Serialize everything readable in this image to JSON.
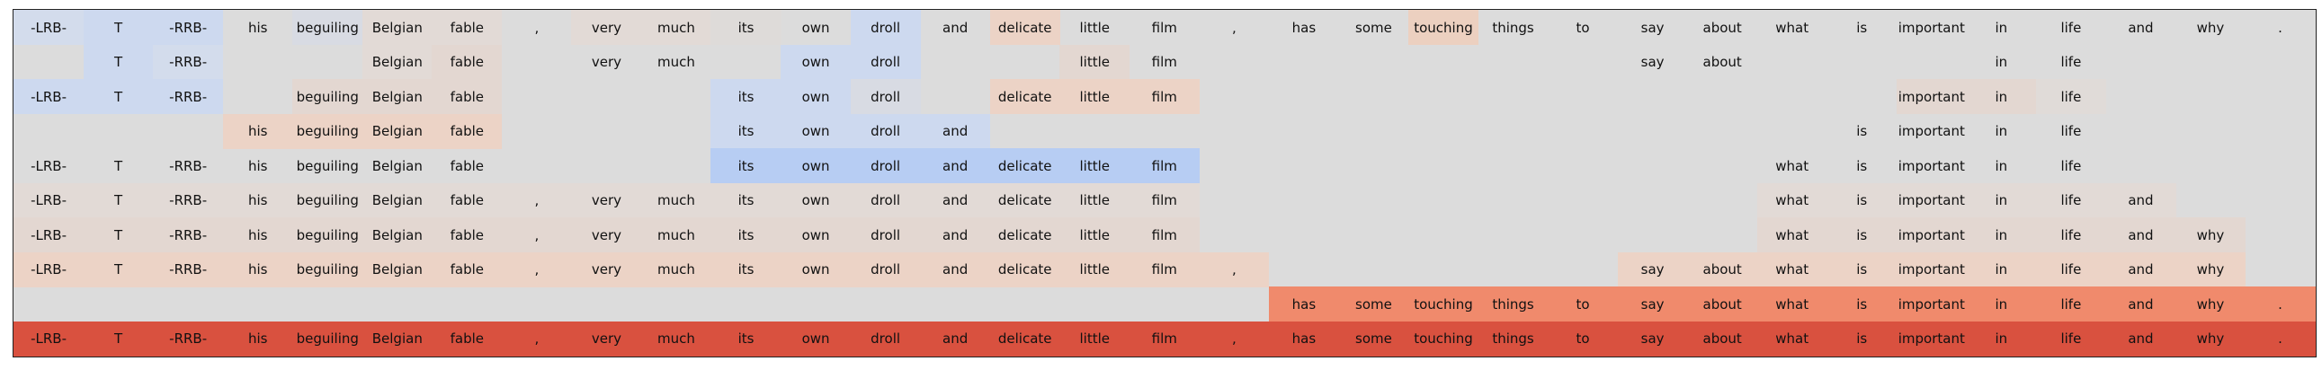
{
  "tokens": [
    "-LRB-",
    "T",
    "-RRB-",
    "his",
    "beguiling",
    "Belgian",
    "fable",
    ",",
    "very",
    "much",
    "its",
    "own",
    "droll",
    "and",
    "delicate",
    "little",
    "film",
    ",",
    "has",
    "some",
    "touching",
    "things",
    "to",
    "say",
    "about",
    "what",
    "is",
    "important",
    "in",
    "life",
    "and",
    "why",
    "."
  ],
  "colors": {
    "background": "#dcdcdc",
    "blue": "#cdd9ef",
    "blue_strong": "#b7cdf3",
    "peach": "#ecd3c6",
    "orange": "#f08a6c",
    "red": "#d9513f"
  },
  "rows": [
    {
      "cells": [
        [
          "-LRB-",
          "#d3dcec"
        ],
        [
          "T",
          "#cdd9ef"
        ],
        [
          "-RRB-",
          "#cdd9ef"
        ],
        [
          "his",
          null
        ],
        [
          "beguiling",
          "#d8dbe3"
        ],
        [
          "Belgian",
          "#e2dad6"
        ],
        [
          "fable",
          "#e2dad6"
        ],
        [
          ",",
          null
        ],
        [
          "very",
          "#e2dad6"
        ],
        [
          "much",
          "#e2dad6"
        ],
        [
          "its",
          "#dedbd9"
        ],
        [
          "own",
          null
        ],
        [
          "droll",
          "#cdd9ef"
        ],
        [
          "and",
          null
        ],
        [
          "delicate",
          "#ecd3c6"
        ],
        [
          "little",
          null
        ],
        [
          "film",
          null
        ],
        [
          ",",
          null
        ],
        [
          "has",
          null
        ],
        [
          "some",
          null
        ],
        [
          "touching",
          "#ecd0c0"
        ],
        [
          "things",
          null
        ],
        [
          "to",
          null
        ],
        [
          "say",
          null
        ],
        [
          "about",
          null
        ],
        [
          "what",
          null
        ],
        [
          "is",
          null
        ],
        [
          "important",
          null
        ],
        [
          "in",
          null
        ],
        [
          "life",
          null
        ],
        [
          "and",
          null
        ],
        [
          "why",
          null
        ],
        [
          ".",
          null
        ]
      ]
    },
    {
      "cells": [
        [
          "",
          "#dcdcdc"
        ],
        [
          "T",
          "#cdd9ef"
        ],
        [
          "-RRB-",
          "#d3dcec"
        ],
        [
          "",
          null
        ],
        [
          "",
          null
        ],
        [
          "Belgian",
          "#e2dad6"
        ],
        [
          "fable",
          "#e3d7d1"
        ],
        [
          "",
          null
        ],
        [
          "very",
          null
        ],
        [
          "much",
          null
        ],
        [
          "",
          null
        ],
        [
          "own",
          "#cdd9ef"
        ],
        [
          "droll",
          "#cdd9ef"
        ],
        [
          "",
          null
        ],
        [
          "",
          null
        ],
        [
          "little",
          "#e3d7d1"
        ],
        [
          "film",
          null
        ],
        [
          "",
          null
        ],
        [
          "",
          null
        ],
        [
          "",
          null
        ],
        [
          "",
          null
        ],
        [
          "",
          null
        ],
        [
          "",
          null
        ],
        [
          "say",
          null
        ],
        [
          "about",
          null
        ],
        [
          "",
          null
        ],
        [
          "",
          null
        ],
        [
          "",
          null
        ],
        [
          "in",
          null
        ],
        [
          "life",
          null
        ],
        [
          "",
          null
        ],
        [
          "",
          null
        ],
        [
          "",
          null
        ]
      ]
    },
    {
      "cells": [
        [
          "-LRB-",
          "#cdd9ef"
        ],
        [
          "T",
          "#cdd9ef"
        ],
        [
          "-RRB-",
          "#cdd9ef"
        ],
        [
          "",
          null
        ],
        [
          "beguiling",
          "#e3d7d1"
        ],
        [
          "Belgian",
          "#e3d7d1"
        ],
        [
          "fable",
          "#e3d7d1"
        ],
        [
          "",
          null
        ],
        [
          "",
          null
        ],
        [
          "",
          null
        ],
        [
          "its",
          "#cdd9ef"
        ],
        [
          "own",
          "#cdd9ef"
        ],
        [
          "droll",
          "#d8dbe3"
        ],
        [
          "",
          null
        ],
        [
          "delicate",
          "#ecd3c6"
        ],
        [
          "little",
          "#ecd3c6"
        ],
        [
          "film",
          "#ecd3c6"
        ],
        [
          "",
          null
        ],
        [
          "",
          null
        ],
        [
          "",
          null
        ],
        [
          "",
          null
        ],
        [
          "",
          null
        ],
        [
          "",
          null
        ],
        [
          "",
          null
        ],
        [
          "",
          null
        ],
        [
          "",
          null
        ],
        [
          "",
          null
        ],
        [
          "important",
          "#e3d7d1"
        ],
        [
          "in",
          "#e3d7d1"
        ],
        [
          "life",
          "#e0dbd8"
        ],
        [
          "",
          null
        ],
        [
          "",
          null
        ],
        [
          "",
          null
        ]
      ]
    },
    {
      "cells": [
        [
          "",
          null
        ],
        [
          "",
          null
        ],
        [
          "",
          null
        ],
        [
          "his",
          "#ecd3c6"
        ],
        [
          "beguiling",
          "#ecd3c6"
        ],
        [
          "Belgian",
          "#ecd3c6"
        ],
        [
          "fable",
          "#ecd3c6"
        ],
        [
          "",
          null
        ],
        [
          "",
          null
        ],
        [
          "",
          null
        ],
        [
          "its",
          "#cdd9ef"
        ],
        [
          "own",
          "#cdd9ef"
        ],
        [
          "droll",
          "#cdd9ef"
        ],
        [
          "and",
          "#cdd9ef"
        ],
        [
          "",
          null
        ],
        [
          "",
          null
        ],
        [
          "",
          null
        ],
        [
          "",
          null
        ],
        [
          "",
          null
        ],
        [
          "",
          null
        ],
        [
          "",
          null
        ],
        [
          "",
          null
        ],
        [
          "",
          null
        ],
        [
          "",
          null
        ],
        [
          "",
          null
        ],
        [
          "",
          null
        ],
        [
          "is",
          null
        ],
        [
          "important",
          null
        ],
        [
          "in",
          null
        ],
        [
          "life",
          null
        ],
        [
          "",
          null
        ],
        [
          "",
          null
        ],
        [
          "",
          null
        ]
      ]
    },
    {
      "cells": [
        [
          "-LRB-",
          null
        ],
        [
          "T",
          null
        ],
        [
          "-RRB-",
          null
        ],
        [
          "his",
          null
        ],
        [
          "beguiling",
          null
        ],
        [
          "Belgian",
          null
        ],
        [
          "fable",
          null
        ],
        [
          "",
          null
        ],
        [
          "",
          null
        ],
        [
          "",
          null
        ],
        [
          "its",
          "#b7cdf3"
        ],
        [
          "own",
          "#b7cdf3"
        ],
        [
          "droll",
          "#b7cdf3"
        ],
        [
          "and",
          "#b7cdf3"
        ],
        [
          "delicate",
          "#b7cdf3"
        ],
        [
          "little",
          "#b7cdf3"
        ],
        [
          "film",
          "#b7cdf3"
        ],
        [
          "",
          null
        ],
        [
          "",
          null
        ],
        [
          "",
          null
        ],
        [
          "",
          null
        ],
        [
          "",
          null
        ],
        [
          "",
          null
        ],
        [
          "",
          null
        ],
        [
          "",
          null
        ],
        [
          "what",
          null
        ],
        [
          "is",
          null
        ],
        [
          "important",
          null
        ],
        [
          "in",
          null
        ],
        [
          "life",
          null
        ],
        [
          "",
          null
        ],
        [
          "",
          null
        ],
        [
          "",
          null
        ]
      ]
    },
    {
      "cells": [
        [
          "-LRB-",
          "#e2dad6"
        ],
        [
          "T",
          "#e2dad6"
        ],
        [
          "-RRB-",
          "#e2dad6"
        ],
        [
          "his",
          "#e2dad6"
        ],
        [
          "beguiling",
          "#e2dad6"
        ],
        [
          "Belgian",
          "#e2dad6"
        ],
        [
          "fable",
          "#e2dad6"
        ],
        [
          ",",
          "#e2dad6"
        ],
        [
          "very",
          "#e2dad6"
        ],
        [
          "much",
          "#e2dad6"
        ],
        [
          "its",
          "#e2dad6"
        ],
        [
          "own",
          "#e2dad6"
        ],
        [
          "droll",
          "#e2dad6"
        ],
        [
          "and",
          "#e2dad6"
        ],
        [
          "delicate",
          "#e2dad6"
        ],
        [
          "little",
          "#e2dad6"
        ],
        [
          "film",
          "#e2dad6"
        ],
        [
          "",
          null
        ],
        [
          "",
          null
        ],
        [
          "",
          null
        ],
        [
          "",
          null
        ],
        [
          "",
          null
        ],
        [
          "",
          null
        ],
        [
          "",
          null
        ],
        [
          "",
          null
        ],
        [
          "what",
          "#e2dad6"
        ],
        [
          "is",
          "#e2dad6"
        ],
        [
          "important",
          "#e2dad6"
        ],
        [
          "in",
          "#e2dad6"
        ],
        [
          "life",
          "#e2dad6"
        ],
        [
          "and",
          "#e2dad6"
        ],
        [
          "",
          null
        ],
        [
          "",
          null
        ]
      ]
    },
    {
      "cells": [
        [
          "-LRB-",
          "#e3d7d1"
        ],
        [
          "T",
          "#e3d7d1"
        ],
        [
          "-RRB-",
          "#e3d7d1"
        ],
        [
          "his",
          "#e3d7d1"
        ],
        [
          "beguiling",
          "#e3d7d1"
        ],
        [
          "Belgian",
          "#e3d7d1"
        ],
        [
          "fable",
          "#e3d7d1"
        ],
        [
          ",",
          "#e3d7d1"
        ],
        [
          "very",
          "#e3d7d1"
        ],
        [
          "much",
          "#e3d7d1"
        ],
        [
          "its",
          "#e3d7d1"
        ],
        [
          "own",
          "#e3d7d1"
        ],
        [
          "droll",
          "#e3d7d1"
        ],
        [
          "and",
          "#e3d7d1"
        ],
        [
          "delicate",
          "#e3d7d1"
        ],
        [
          "little",
          "#e3d7d1"
        ],
        [
          "film",
          "#e3d7d1"
        ],
        [
          "",
          null
        ],
        [
          "",
          null
        ],
        [
          "",
          null
        ],
        [
          "",
          null
        ],
        [
          "",
          null
        ],
        [
          "",
          null
        ],
        [
          "",
          null
        ],
        [
          "",
          null
        ],
        [
          "what",
          "#e3d7d1"
        ],
        [
          "is",
          "#e3d7d1"
        ],
        [
          "important",
          "#e3d7d1"
        ],
        [
          "in",
          "#e3d7d1"
        ],
        [
          "life",
          "#e3d7d1"
        ],
        [
          "and",
          "#e3d7d1"
        ],
        [
          "why",
          "#e3d7d1"
        ],
        [
          "",
          null
        ]
      ]
    },
    {
      "cells": [
        [
          "-LRB-",
          "#ecd3c6"
        ],
        [
          "T",
          "#ecd3c6"
        ],
        [
          "-RRB-",
          "#ecd3c6"
        ],
        [
          "his",
          "#ecd3c6"
        ],
        [
          "beguiling",
          "#ecd3c6"
        ],
        [
          "Belgian",
          "#ecd3c6"
        ],
        [
          "fable",
          "#ecd3c6"
        ],
        [
          ",",
          "#ecd3c6"
        ],
        [
          "very",
          "#ecd3c6"
        ],
        [
          "much",
          "#ecd3c6"
        ],
        [
          "its",
          "#ecd3c6"
        ],
        [
          "own",
          "#ecd3c6"
        ],
        [
          "droll",
          "#ecd3c6"
        ],
        [
          "and",
          "#ecd3c6"
        ],
        [
          "delicate",
          "#ecd3c6"
        ],
        [
          "little",
          "#ecd3c6"
        ],
        [
          "film",
          "#ecd3c6"
        ],
        [
          ",",
          "#ecd3c6"
        ],
        [
          "",
          null
        ],
        [
          "",
          null
        ],
        [
          "",
          null
        ],
        [
          "",
          null
        ],
        [
          "",
          null
        ],
        [
          "say",
          "#ecd3c6"
        ],
        [
          "about",
          "#ecd3c6"
        ],
        [
          "what",
          "#ecd3c6"
        ],
        [
          "is",
          "#ecd3c6"
        ],
        [
          "important",
          "#ecd3c6"
        ],
        [
          "in",
          "#ecd3c6"
        ],
        [
          "life",
          "#ecd3c6"
        ],
        [
          "and",
          "#ecd3c6"
        ],
        [
          "why",
          "#ecd3c6"
        ],
        [
          "",
          null
        ]
      ]
    },
    {
      "cells": [
        [
          "",
          null
        ],
        [
          "",
          null
        ],
        [
          "",
          null
        ],
        [
          "",
          null
        ],
        [
          "",
          null
        ],
        [
          "",
          null
        ],
        [
          "",
          null
        ],
        [
          "",
          null
        ],
        [
          "",
          null
        ],
        [
          "",
          null
        ],
        [
          "",
          null
        ],
        [
          "",
          null
        ],
        [
          "",
          null
        ],
        [
          "",
          null
        ],
        [
          "",
          null
        ],
        [
          "",
          null
        ],
        [
          "",
          null
        ],
        [
          "",
          null
        ],
        [
          "has",
          "#f08a6c"
        ],
        [
          "some",
          "#f08a6c"
        ],
        [
          "touching",
          "#f08a6c"
        ],
        [
          "things",
          "#f08a6c"
        ],
        [
          "to",
          "#f08a6c"
        ],
        [
          "say",
          "#f08a6c"
        ],
        [
          "about",
          "#f08a6c"
        ],
        [
          "what",
          "#f08a6c"
        ],
        [
          "is",
          "#f08a6c"
        ],
        [
          "important",
          "#f08a6c"
        ],
        [
          "in",
          "#f08a6c"
        ],
        [
          "life",
          "#f08a6c"
        ],
        [
          "and",
          "#f08a6c"
        ],
        [
          "why",
          "#f08a6c"
        ],
        [
          ".",
          "#f08a6c"
        ]
      ]
    },
    {
      "cells": [
        [
          "-LRB-",
          "#d9513f"
        ],
        [
          "T",
          "#d9513f"
        ],
        [
          "-RRB-",
          "#d9513f"
        ],
        [
          "his",
          "#d9513f"
        ],
        [
          "beguiling",
          "#d9513f"
        ],
        [
          "Belgian",
          "#d9513f"
        ],
        [
          "fable",
          "#d9513f"
        ],
        [
          ",",
          "#d9513f"
        ],
        [
          "very",
          "#d9513f"
        ],
        [
          "much",
          "#d9513f"
        ],
        [
          "its",
          "#d9513f"
        ],
        [
          "own",
          "#d9513f"
        ],
        [
          "droll",
          "#d9513f"
        ],
        [
          "and",
          "#d9513f"
        ],
        [
          "delicate",
          "#d9513f"
        ],
        [
          "little",
          "#d9513f"
        ],
        [
          "film",
          "#d9513f"
        ],
        [
          ",",
          "#d9513f"
        ],
        [
          "has",
          "#d9513f"
        ],
        [
          "some",
          "#d9513f"
        ],
        [
          "touching",
          "#d9513f"
        ],
        [
          "things",
          "#d9513f"
        ],
        [
          "to",
          "#d9513f"
        ],
        [
          "say",
          "#d9513f"
        ],
        [
          "about",
          "#d9513f"
        ],
        [
          "what",
          "#d9513f"
        ],
        [
          "is",
          "#d9513f"
        ],
        [
          "important",
          "#d9513f"
        ],
        [
          "in",
          "#d9513f"
        ],
        [
          "life",
          "#d9513f"
        ],
        [
          "and",
          "#d9513f"
        ],
        [
          "why",
          "#d9513f"
        ],
        [
          ".",
          "#d9513f"
        ]
      ]
    }
  ]
}
